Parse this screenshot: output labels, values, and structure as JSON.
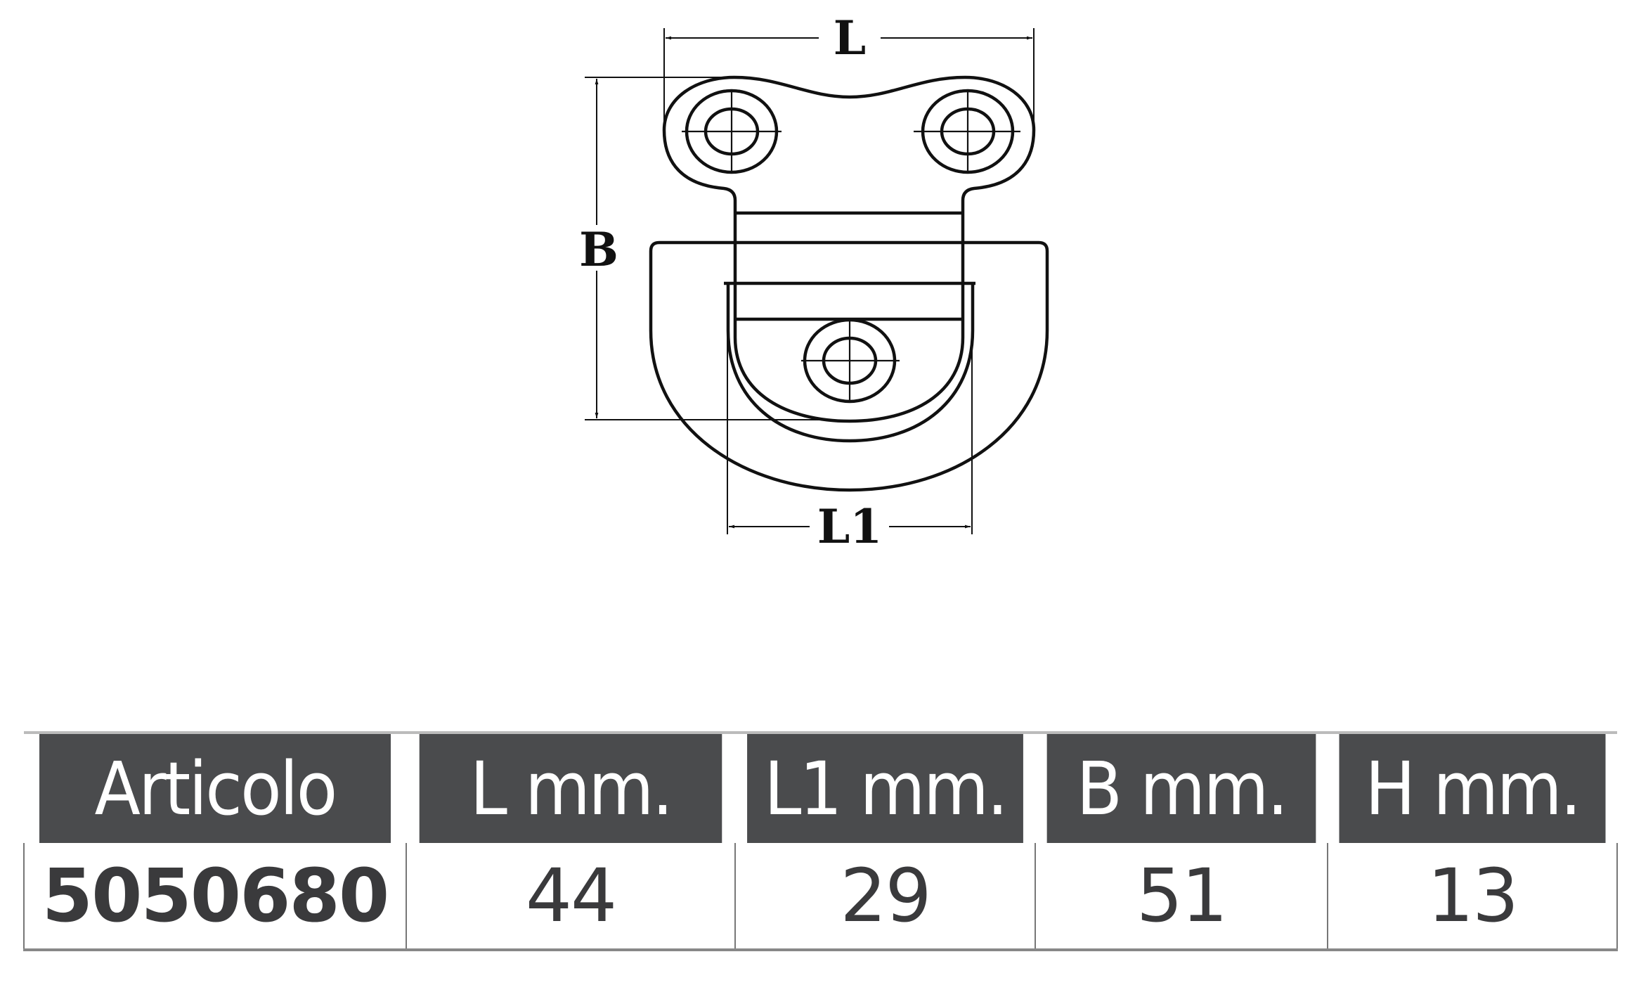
{
  "drawing": {
    "dim_labels": {
      "L": "L",
      "B": "B",
      "L1": "L1"
    }
  },
  "table": {
    "headers": [
      "Articolo",
      "L mm.",
      "L1 mm.",
      "B mm.",
      "H mm."
    ],
    "rows": [
      [
        "5050680",
        "44",
        "29",
        "51",
        "13"
      ]
    ]
  },
  "colors": {
    "header_bg": "#4a4b4d",
    "header_text": "#ffffff",
    "cell_text": "#3a3a3c"
  }
}
